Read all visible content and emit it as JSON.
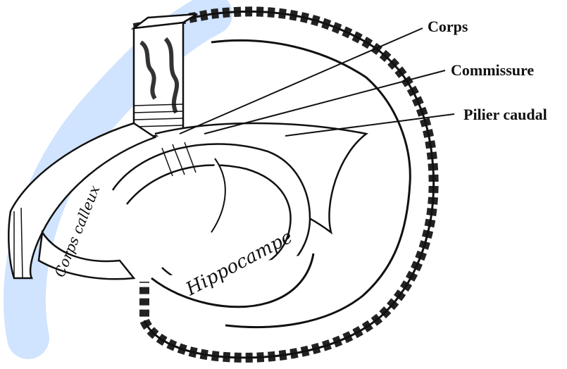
{
  "figure": {
    "labels": {
      "corps": "Corps",
      "commissure": "Commissure",
      "pilier_caudal": "Pilier caudal"
    },
    "handwritten": {
      "corps_calleux": "Corps calleux",
      "hippocampe": "Hippocampe"
    }
  },
  "colors": {
    "ink": "#111111",
    "watermark": "#2a7fff"
  }
}
